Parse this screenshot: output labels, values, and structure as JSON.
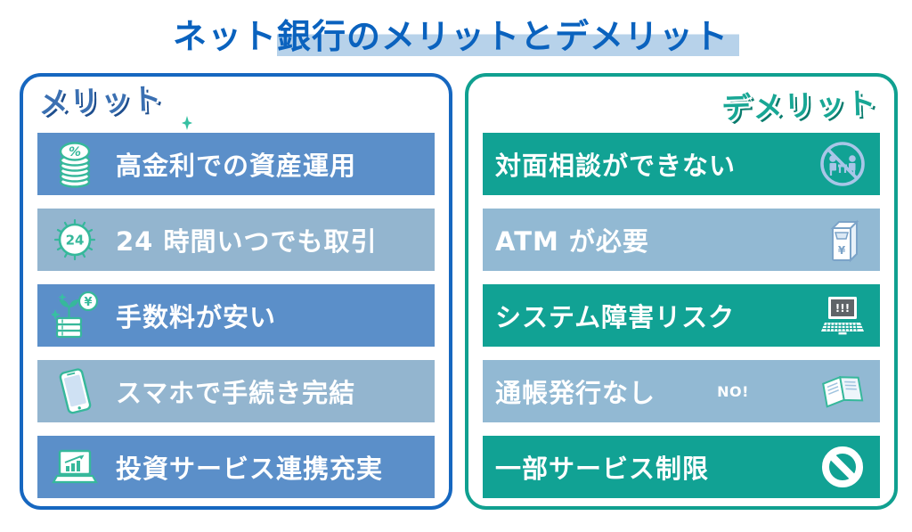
{
  "title": {
    "part1": "ネット",
    "part2": "銀行のメリットとデメリット"
  },
  "colors": {
    "title_blue": "#0a62be",
    "title_highlight": "#b7d2ea",
    "merit_border": "#1667c0",
    "merit_head": "#3b70b2",
    "merit_head_shadow": "#1e4e8e",
    "merit_row_dark": "#5b8fc9",
    "merit_row_light": "#93b5cf",
    "merit_icon": "#36b89b",
    "demerit_border": "#10a090",
    "demerit_head": "#18a795",
    "demerit_head_shadow": "#0a7c6e",
    "demerit_row_dark": "#11a294",
    "demerit_row_light": "#92b9d3",
    "demerit_icon_light": "#a9c6e8",
    "atm_icon_stroke": "#7ba3c8",
    "row_text": "#ffffff"
  },
  "merits": {
    "heading": "メリット",
    "items": [
      {
        "label": "高金利での資産運用",
        "icon": "coin-stack-percent-icon"
      },
      {
        "label": "24 時間いつでも取引",
        "icon": "clock-24h-icon"
      },
      {
        "label": "手数料が安い",
        "icon": "money-growth-yen-icon"
      },
      {
        "label": "スマホで手続き完結",
        "icon": "smartphone-icon"
      },
      {
        "label": "投資サービス連携充実",
        "icon": "laptop-chart-icon"
      }
    ]
  },
  "demerits": {
    "heading": "デメリット",
    "items": [
      {
        "label": "対面相談ができない",
        "icon": "no-face-to-face-icon"
      },
      {
        "label": "ATM が必要",
        "icon": "atm-machine-icon"
      },
      {
        "label": "システム障害リスク",
        "icon": "system-error-laptop-icon"
      },
      {
        "label": "通帳発行なし",
        "icon": "passbook-icon",
        "badge": "NO!"
      },
      {
        "label": "一部サービス制限",
        "icon": "prohibition-icon"
      }
    ]
  },
  "icon_texts": {
    "percent": "%",
    "clock": "24",
    "yen": "¥",
    "atm_yen": "¥",
    "warning": "!!!"
  }
}
